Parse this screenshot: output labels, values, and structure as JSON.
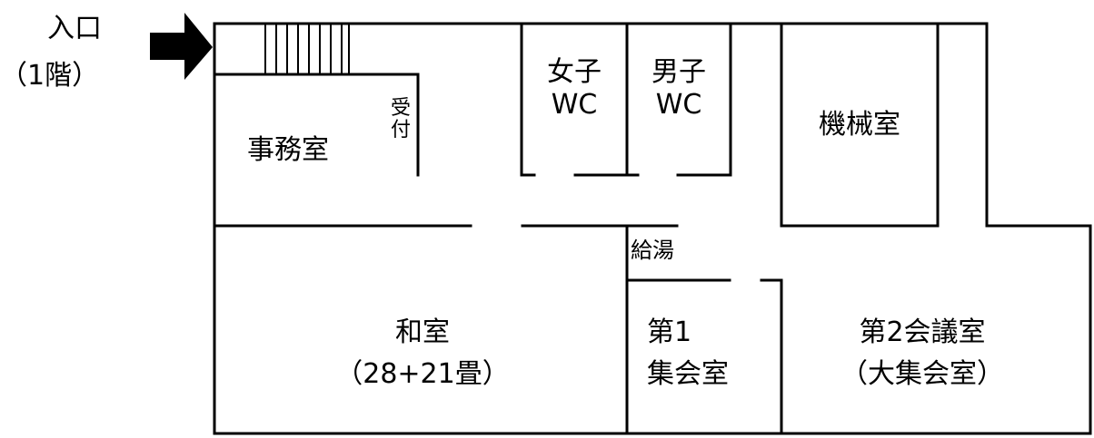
{
  "entrance": {
    "label": "入口",
    "floor": "（1階）"
  },
  "rooms": {
    "office": "事務室",
    "reception": [
      "受",
      "付"
    ],
    "womens_wc": [
      "女子",
      "WC"
    ],
    "mens_wc": [
      "男子",
      "WC"
    ],
    "machine_room": "機械室",
    "kitchenette": "給湯",
    "japanese_room": [
      "和室",
      "（28+21畳）"
    ],
    "meeting_room_1": [
      "第1",
      "集会室"
    ],
    "meeting_room_2": [
      "第2会議室",
      "（大集会室）"
    ]
  }
}
